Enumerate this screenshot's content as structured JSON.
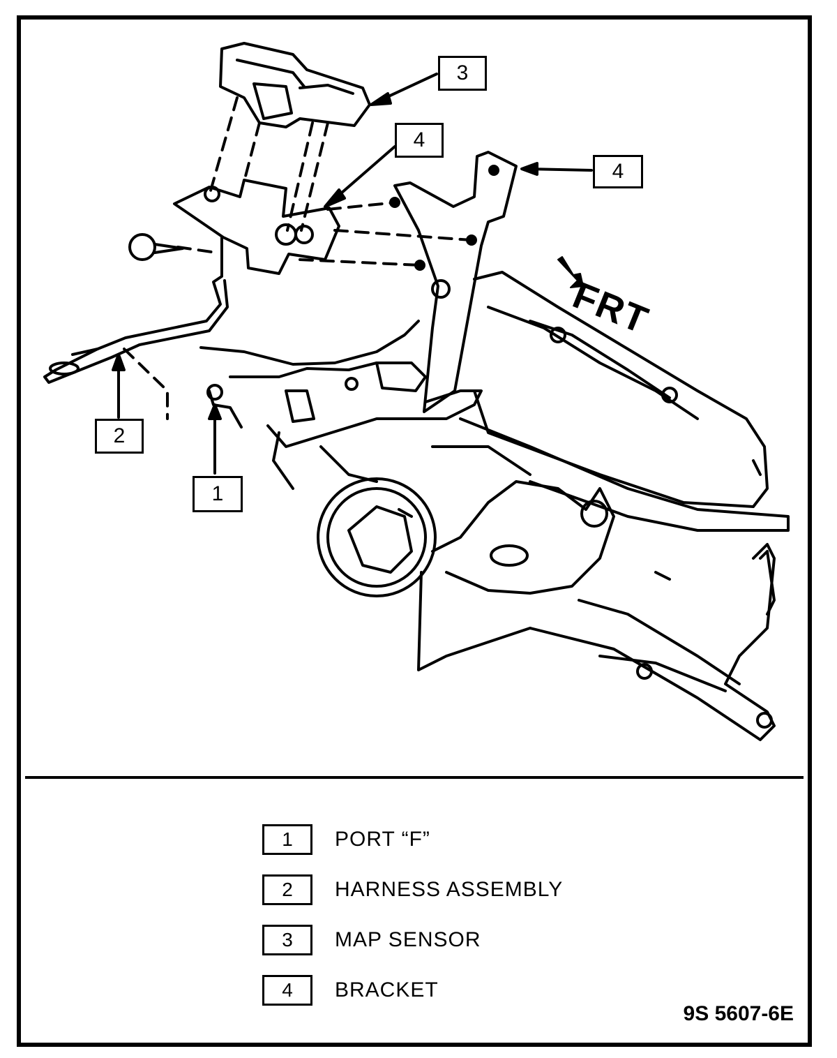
{
  "diagram": {
    "direction_label": "FRT",
    "callouts": [
      {
        "number": "3"
      },
      {
        "number": "4"
      },
      {
        "number": "4"
      },
      {
        "number": "2"
      },
      {
        "number": "1"
      }
    ]
  },
  "legend": {
    "items": [
      {
        "number": "1",
        "label": "PORT “F”"
      },
      {
        "number": "2",
        "label": "HARNESS ASSEMBLY"
      },
      {
        "number": "3",
        "label": "MAP SENSOR"
      },
      {
        "number": "4",
        "label": "BRACKET"
      }
    ]
  },
  "figure_id": "9S 5607-6E"
}
